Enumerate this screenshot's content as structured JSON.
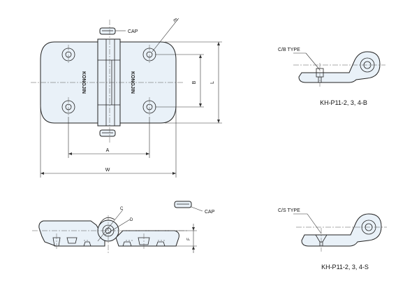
{
  "labels": {
    "cap_top": "CAP",
    "cap_side": "CAP",
    "dim_e": "E",
    "dim_b": "B",
    "dim_l": "L",
    "dim_a": "A",
    "dim_w": "W",
    "dim_c": "C",
    "dim_d": "D",
    "dim_f": "F",
    "type_cb": "C/B TYPE",
    "type_cs": "C/S TYPE",
    "model_b": "KH-P11-2, 3, 4-B",
    "model_s": "KH-P11-2, 3, 4-S",
    "engraving_left": "KONGJIN",
    "engraving_right": "KONGJIN"
  },
  "colors": {
    "part_fill": "#e9f1f8",
    "line": "#222222"
  }
}
